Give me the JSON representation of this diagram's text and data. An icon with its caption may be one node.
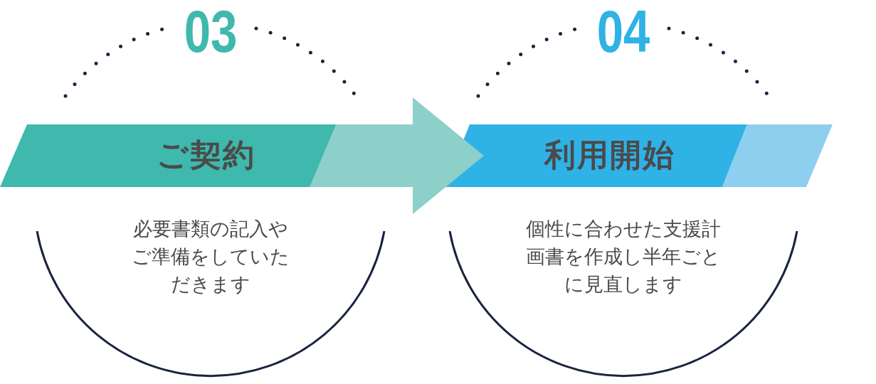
{
  "diagram": {
    "nodes": [
      {
        "text": [
          "ご契約"
        ],
        "beside": [
          "03"
        ]
      },
      {
        "text": [
          "必要書類の記入やご準備をしていただきます"
        ]
      },
      {
        "text": [
          "利用開始"
        ],
        "beside": [
          "04"
        ]
      },
      {
        "text": [
          "個性に合わせた支援計画書を作成し半年ごとに見直します"
        ]
      }
    ],
    "edges": [
      {
        "from": 0,
        "to": 2,
        "arrow": "to"
      }
    ]
  }
}
